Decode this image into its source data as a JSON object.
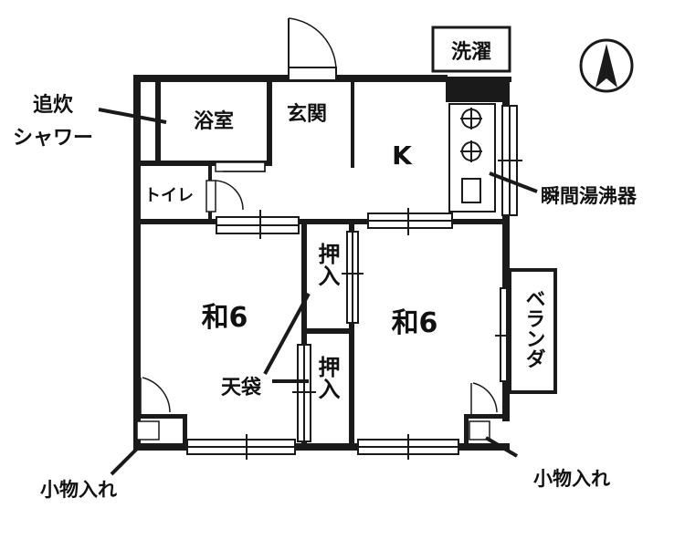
{
  "rooms": {
    "washer": "洗濯",
    "bath": "浴室",
    "entrance": "玄関",
    "kitchen": "K",
    "toilet": "トイレ",
    "closet_upper": "押入",
    "closet_lower": "押入",
    "washitsu_left": "和6",
    "washitsu_right": "和6",
    "veranda": "ベランダ"
  },
  "callouts": {
    "reheat_line1": "追炊",
    "reheat_line2": "シャワー",
    "water_heater": "瞬間湯沸器",
    "ceiling_storage": "天袋",
    "storage_left": "小物入れ",
    "storage_right": "小物入れ"
  },
  "compass": {
    "icon": "north-arrow-icon",
    "direction": "north"
  },
  "colors": {
    "ink": "#1a1a1a",
    "paper": "#ffffff"
  }
}
